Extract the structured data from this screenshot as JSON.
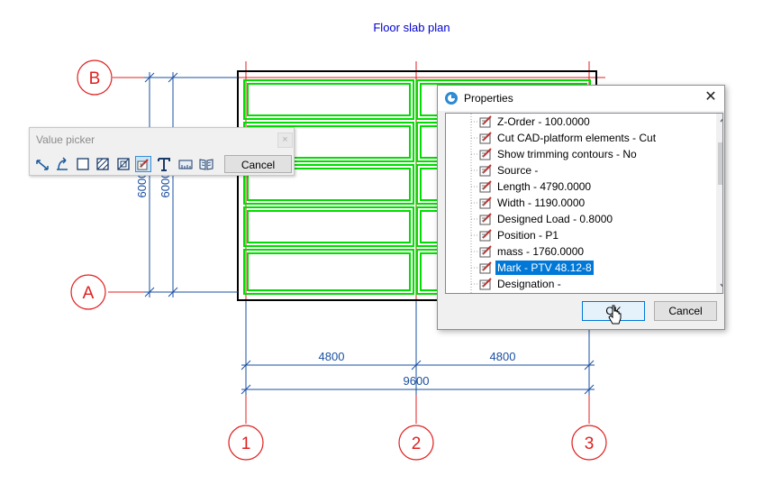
{
  "drawing": {
    "title": "Floor slab plan",
    "axes_letters": [
      "B",
      "A"
    ],
    "axes_numbers": [
      "1",
      "2",
      "3"
    ],
    "dim_vertical": [
      "6000",
      "6000"
    ],
    "dim_span_1": "4800",
    "dim_span_2": "4800",
    "dim_total": "9600",
    "colors": {
      "axis": "#e02020",
      "dimension": "#1a4fa0",
      "slab_panel": "#00dd00",
      "title": "#0000cc"
    }
  },
  "value_picker": {
    "title": "Value picker",
    "tools": [
      "measure-length-icon",
      "measure-arc-icon",
      "rectangle-icon",
      "hatched-rectangle-icon",
      "section-rectangle-icon",
      "property-icon",
      "text-icon",
      "ruler-icon",
      "book-icon"
    ],
    "active_tool": "property-icon",
    "cancel_label": "Cancel"
  },
  "properties": {
    "title": "Properties",
    "items": [
      "Z-Order - 100.0000",
      "Cut CAD-platform elements - Cut",
      "Show trimming contours - No",
      "Source -",
      "Length - 4790.0000",
      "Width - 1190.0000",
      "Designed Load - 0.8000",
      "Position - P1",
      "mass - 1760.0000",
      "Mark - PTV 48.12-8",
      "Designation -"
    ],
    "selected_index": 9,
    "ok_label": "OK",
    "cancel_label": "Cancel"
  }
}
